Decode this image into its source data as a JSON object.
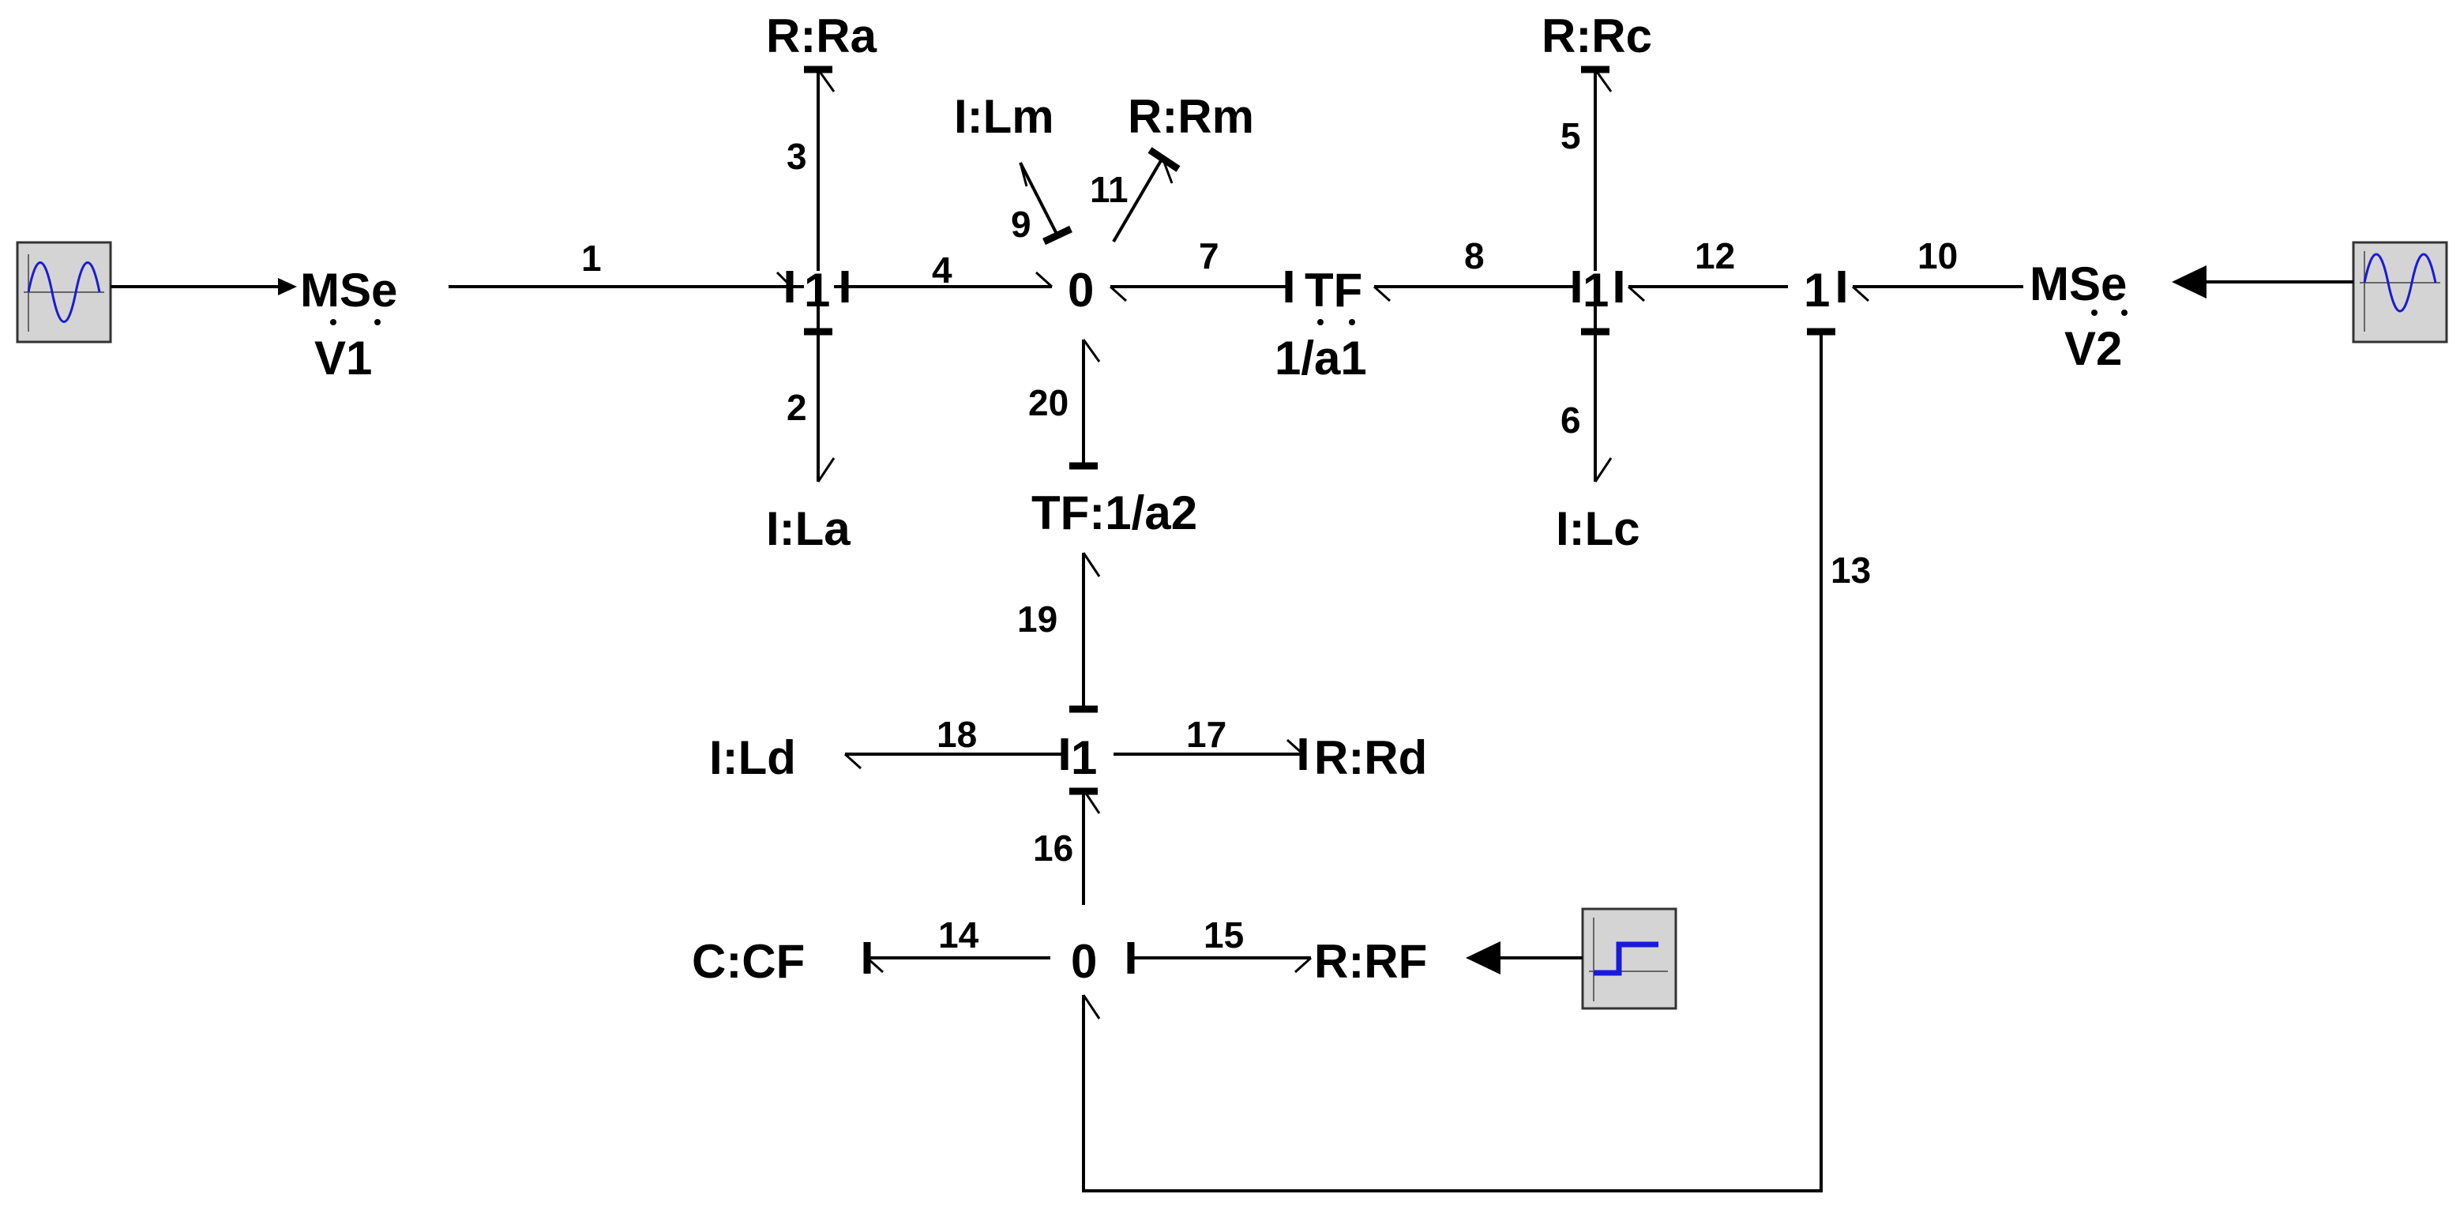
{
  "nodes": {
    "mse_v1": {
      "text": "MSe",
      "name": "V1"
    },
    "mse_v2": {
      "text": "MSe",
      "name": "V2"
    },
    "j1_left": "1",
    "j0_top": "0",
    "tf1": {
      "text": "TF",
      "name": "1/a1"
    },
    "j1_right": "1",
    "j1_far": "1",
    "tf2": "TF:1/a2",
    "j1_mid": "1",
    "j0_bottom": "0",
    "r_ra": "R:Ra",
    "i_la": "I:La",
    "i_lm": "I:Lm",
    "r_rm": "R:Rm",
    "r_rc": "R:Rc",
    "i_lc": "I:Lc",
    "i_ld": "I:Ld",
    "r_rd": "R:Rd",
    "c_cf": "C:CF",
    "r_rf": "R:RF"
  },
  "bonds": {
    "b1": "1",
    "b2": "2",
    "b3": "3",
    "b4": "4",
    "b5": "5",
    "b6": "6",
    "b7": "7",
    "b8": "8",
    "b9": "9",
    "b10": "10",
    "b11": "11",
    "b12": "12",
    "b13": "13",
    "b14": "14",
    "b15": "15",
    "b16": "16",
    "b17": "17",
    "b18": "18",
    "b19": "19",
    "b20": "20"
  },
  "sources": {
    "left": "sine-wave-source-icon",
    "right": "sine-wave-source-icon",
    "bottom": "step-source-icon"
  },
  "colors": {
    "signal_trace": "#1a1ad9",
    "source_box": "#d4d4d4"
  }
}
